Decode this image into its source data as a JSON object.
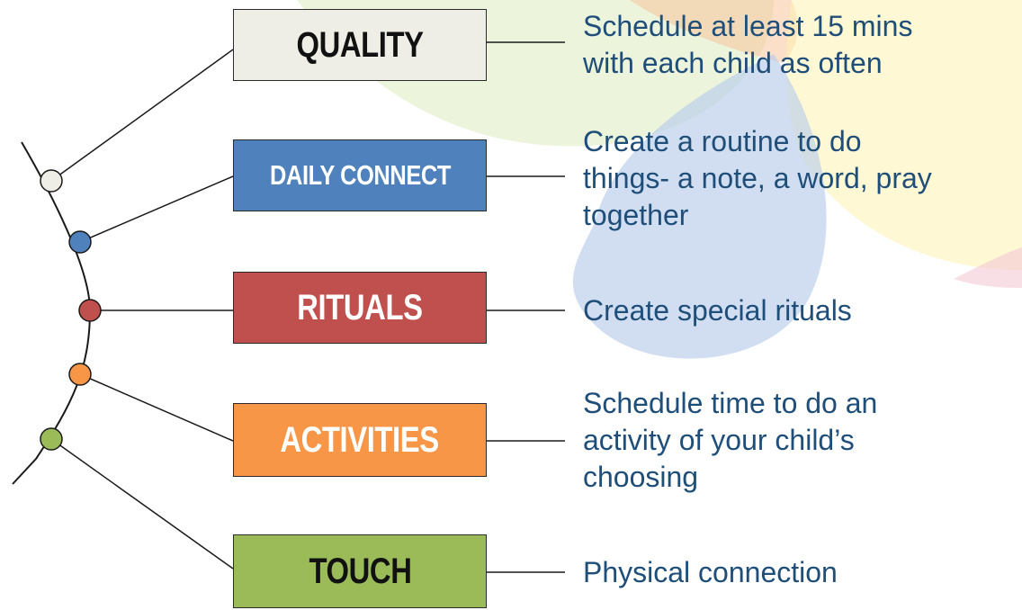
{
  "colors": {
    "quality": "#eeeee6",
    "daily_connect": "#4f81bd",
    "rituals": "#c0504d",
    "activities": "#f79646",
    "touch": "#9bbb59",
    "description_text": "#1f4e79"
  },
  "items": [
    {
      "label": "QUALITY",
      "text_color": "#111111",
      "fill": "#eeeee6",
      "description": [
        "Schedule at least 15 mins",
        "with each child as often"
      ]
    },
    {
      "label": "DAILY CONNECT",
      "text_color": "#ffffff",
      "fill": "#4f81bd",
      "description": [
        "Create a routine to do",
        "things- a note, a word, pray",
        "together"
      ]
    },
    {
      "label": "RITUALS",
      "text_color": "#ffffff",
      "fill": "#c0504d",
      "description": [
        "Create special rituals"
      ]
    },
    {
      "label": "ACTIVITIES",
      "text_color": "#ffffff",
      "fill": "#f79646",
      "description": [
        "Schedule time to do an",
        "activity of your child’s",
        "choosing"
      ]
    },
    {
      "label": "TOUCH",
      "text_color": "#111111",
      "fill": "#9bbb59",
      "description": [
        "Physical connection"
      ]
    }
  ]
}
